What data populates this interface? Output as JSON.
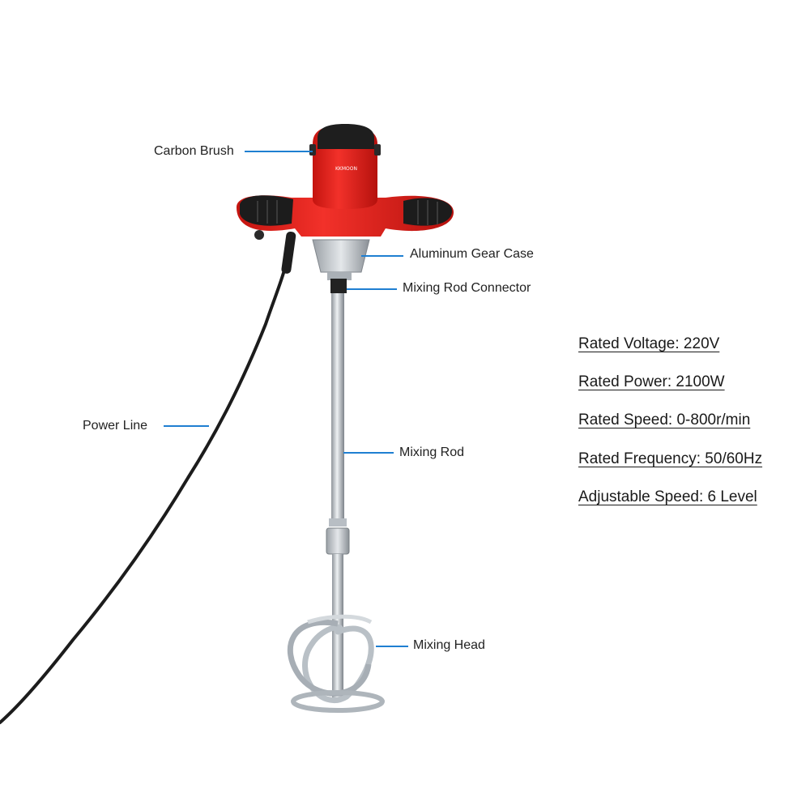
{
  "colors": {
    "accent": "#1f7fd1",
    "body_red": "#e8231e",
    "grip_black": "#1b1b1b",
    "metal": "#c9ced3"
  },
  "labels": {
    "carbon_brush": "Carbon Brush",
    "gear_case": "Aluminum Gear Case",
    "rod_connector": "Mixing Rod Connector",
    "power_line": "Power Line",
    "mixing_rod": "Mixing Rod",
    "mixing_head": "Mixing Head"
  },
  "brand_mark": "KKMOON",
  "specs": {
    "voltage": "Rated Voltage: 220V",
    "power": "Rated Power: 2100W",
    "speed": "Rated Speed: 0-800r/min",
    "frequency": "Rated Frequency: 50/60Hz",
    "adjustable": "Adjustable Speed: 6 Level"
  }
}
